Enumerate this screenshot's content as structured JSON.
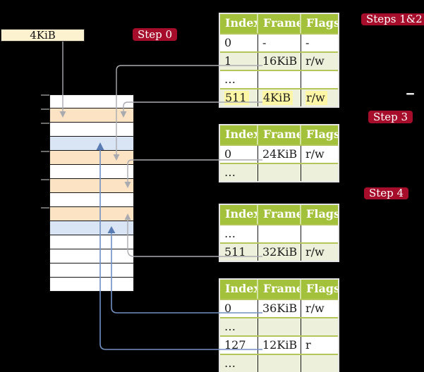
{
  "frame_size_box": {
    "label": "4KiB"
  },
  "step_labels": {
    "step0": "Step 0",
    "steps12": "Steps 1&2",
    "step3": "Step 3",
    "step4": "Step 4"
  },
  "tables": [
    {
      "id": "page-table-steps-1-2",
      "columns": [
        "Index",
        "Frame",
        "Flags"
      ],
      "rows": [
        {
          "cells": [
            "0",
            "-",
            "-"
          ],
          "shade": "white",
          "highlight": false
        },
        {
          "cells": [
            "1",
            "16KiB",
            "r/w"
          ],
          "shade": "green",
          "highlight": false
        },
        {
          "cells": [
            "…",
            "",
            ""
          ],
          "shade": "white",
          "highlight": false
        },
        {
          "cells": [
            "511",
            "4KiB",
            "r/w"
          ],
          "shade": "green",
          "highlight": true
        }
      ]
    },
    {
      "id": "page-table-step-3",
      "columns": [
        "Index",
        "Frame",
        "Flags"
      ],
      "rows": [
        {
          "cells": [
            "0",
            "24KiB",
            "r/w"
          ],
          "shade": "white",
          "highlight": false
        },
        {
          "cells": [
            "…",
            "",
            ""
          ],
          "shade": "green",
          "highlight": false
        }
      ]
    },
    {
      "id": "page-table-step-4-upper",
      "columns": [
        "Index",
        "Frame",
        "Flags"
      ],
      "rows": [
        {
          "cells": [
            "…",
            "",
            ""
          ],
          "shade": "white",
          "highlight": false
        },
        {
          "cells": [
            "511",
            "32KiB",
            "r/w"
          ],
          "shade": "green",
          "highlight": false
        }
      ]
    },
    {
      "id": "page-table-step-4-lower",
      "columns": [
        "Index",
        "Frame",
        "Flags"
      ],
      "rows": [
        {
          "cells": [
            "0",
            "36KiB",
            "r/w"
          ],
          "shade": "white",
          "highlight": false
        },
        {
          "cells": [
            "…",
            "",
            ""
          ],
          "shade": "green",
          "highlight": false
        },
        {
          "cells": [
            "127",
            "12KiB",
            "r"
          ],
          "shade": "white",
          "highlight": false
        },
        {
          "cells": [
            "…",
            "",
            ""
          ],
          "shade": "green",
          "highlight": false
        }
      ]
    }
  ],
  "memory": {
    "rows": [
      "white",
      "peach",
      "white",
      "blue",
      "peach",
      "white",
      "peach",
      "white",
      "peach",
      "blue",
      "white",
      "white",
      "white",
      "white"
    ]
  },
  "colors": {
    "background": "#000000",
    "label_red": "#a50d2b",
    "header_green": "#a3c13b",
    "row_green": "#edf0da",
    "frame_peach": "#fce3c4",
    "frame_blue": "#d9e5f4",
    "highlight_yellow": "#fdf6a4",
    "box_cream": "#fdf2d0",
    "connector_gray": "#aeaeb2",
    "connector_blue": "#7290c2"
  }
}
